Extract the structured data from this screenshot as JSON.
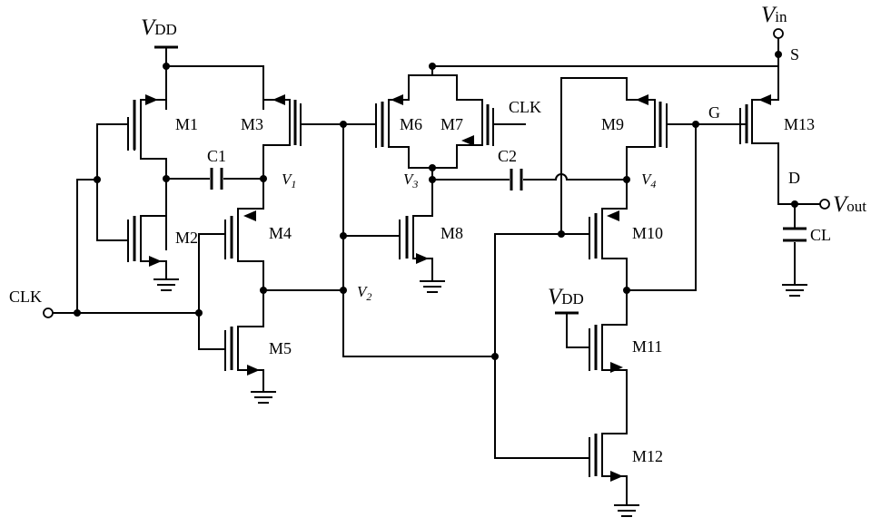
{
  "labels": {
    "vdd_main": {
      "main": "V",
      "sub": "DD"
    },
    "vdd_m11": {
      "main": "V",
      "sub": "DD"
    },
    "vin": {
      "main": "V",
      "sub": "in"
    },
    "vout": {
      "main": "V",
      "sub": "out"
    },
    "clk_input": "CLK",
    "clk_m7": "CLK",
    "m1": "M1",
    "m2": "M2",
    "m3": "M3",
    "m4": "M4",
    "m5": "M5",
    "m6": "M6",
    "m7": "M7",
    "m8": "M8",
    "m9": "M9",
    "m10": "M10",
    "m11": "M11",
    "m12": "M12",
    "m13": "M13",
    "c1": "C1",
    "c2": "C2",
    "cl": "CL",
    "v1": {
      "main": "V",
      "sub": "1"
    },
    "v2": {
      "main": "V",
      "sub": "2"
    },
    "v3": {
      "main": "V",
      "sub": "3"
    },
    "v4": {
      "main": "V",
      "sub": "4"
    },
    "node_s": "S",
    "node_g": "G",
    "node_d": "D"
  }
}
